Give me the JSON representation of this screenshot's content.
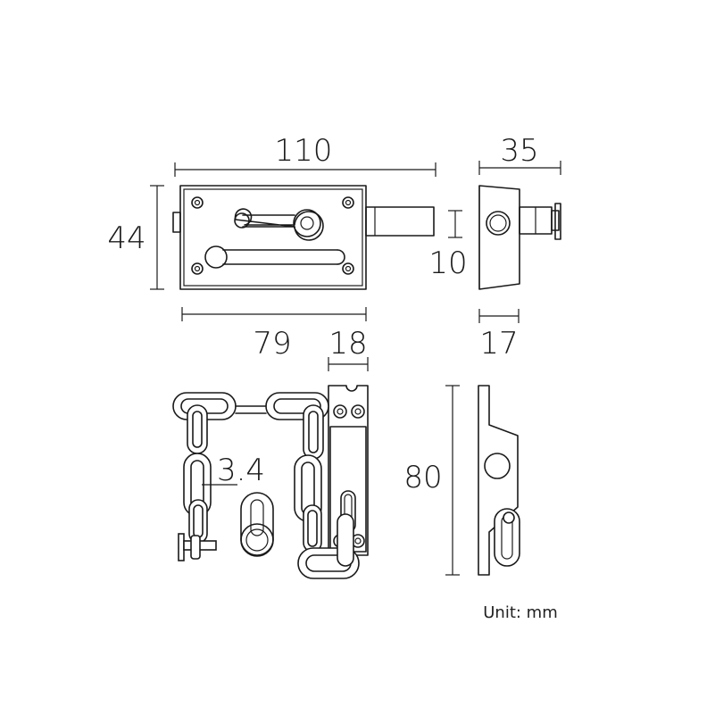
{
  "dimensions": {
    "top_width": "110",
    "side_depth": "35",
    "height": "44",
    "bolt_dia": "10",
    "base_width": "79",
    "side_depth_2": "17",
    "chain_width": "18",
    "chain_wire": "3.4",
    "chain_length": "80"
  },
  "unit_label": "Unit: mm",
  "colors": {
    "line": "#1a1a1a",
    "background": "#ffffff"
  }
}
